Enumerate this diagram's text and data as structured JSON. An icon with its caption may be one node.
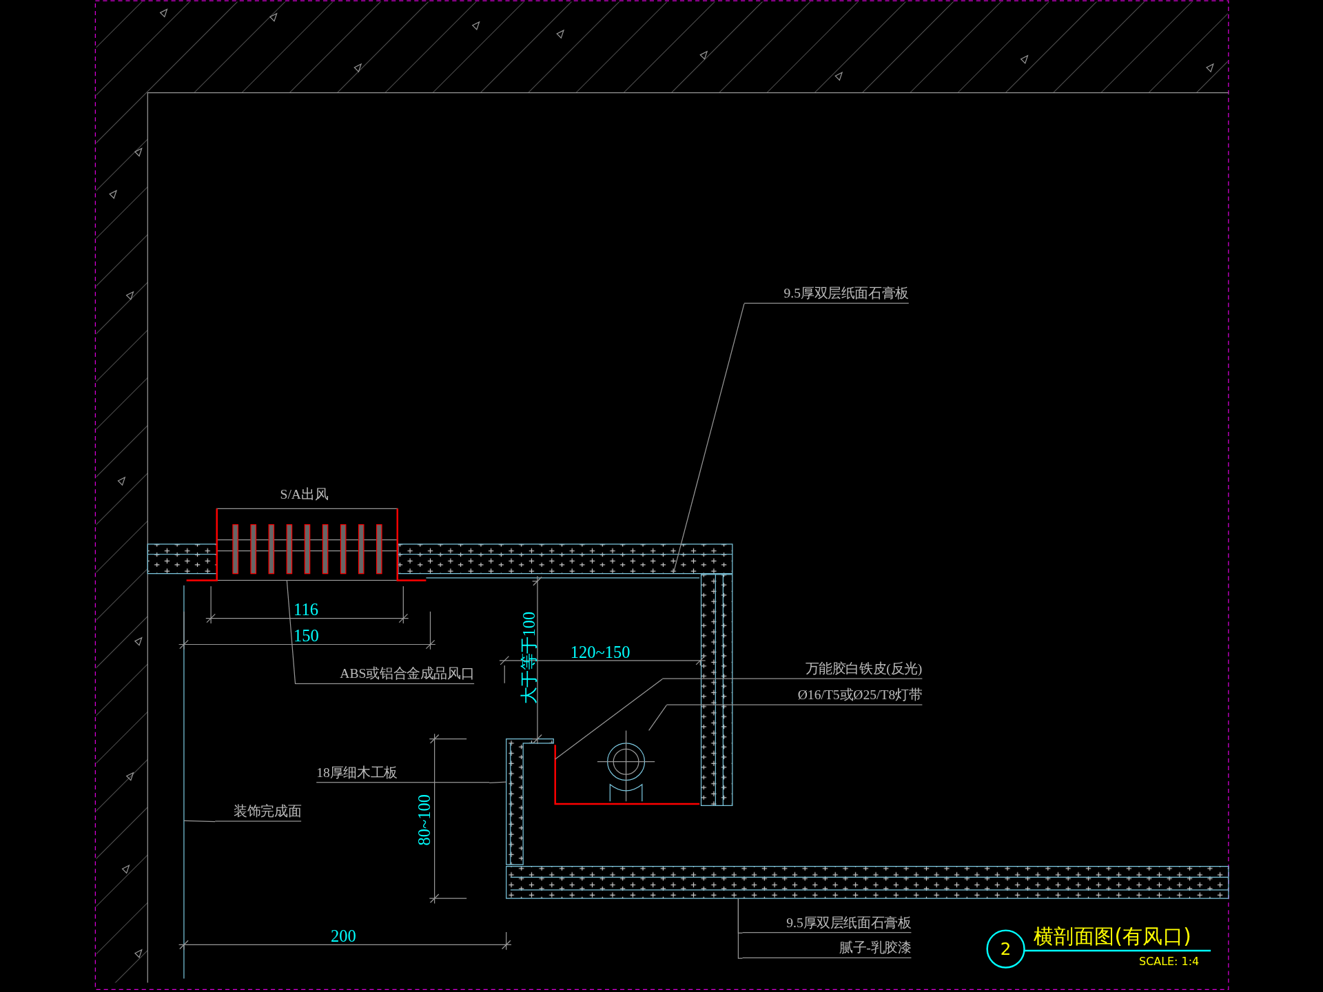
{
  "diagram": {
    "title": "横剖面图(有风口)",
    "nodes": [
      {
        "text": [
          "9.5厚双层纸面石膏板"
        ]
      },
      {
        "text": [
          "ABS或铝合金成品风口"
        ]
      },
      {
        "text": [
          "万能胶白铁皮(反光)"
        ]
      },
      {
        "text": [
          "Ø16/T5或Ø25/T8灯带"
        ]
      },
      {
        "text": [
          "18厚细木工板"
        ]
      },
      {
        "text": [
          "装饰完成面"
        ]
      },
      {
        "text": [
          "9.5厚双层纸面石膏板"
        ]
      },
      {
        "text": [
          "腻子-乳胶漆"
        ]
      },
      {
        "text": [],
        "shape": "box"
      },
      {
        "text": [],
        "shape": "picture",
        "beside": [
          "S/A出风"
        ]
      },
      {
        "text": [],
        "shape": "bar"
      },
      {
        "text": [],
        "shape": "circle"
      },
      {
        "text": [],
        "shape": "box"
      },
      {
        "text": [],
        "shape": "line"
      },
      {
        "text": [],
        "shape": "box"
      }
    ],
    "edges": [
      {
        "from": 0,
        "to": 8,
        "arrow": "none"
      },
      {
        "from": 1,
        "to": 9,
        "arrow": "none"
      },
      {
        "from": 2,
        "to": 10,
        "arrow": "none"
      },
      {
        "from": 3,
        "to": 11,
        "arrow": "none"
      },
      {
        "from": 4,
        "to": 12,
        "arrow": "none"
      },
      {
        "from": 5,
        "to": 13,
        "arrow": "none"
      },
      {
        "from": 6,
        "to": 14,
        "arrow": "none"
      },
      {
        "from": 7,
        "to": 14,
        "arrow": "none"
      }
    ],
    "labels": [
      "116",
      "150",
      "120~150",
      "大于等于100",
      "80~100",
      "200",
      "2",
      "SCALE: 1:4"
    ]
  }
}
